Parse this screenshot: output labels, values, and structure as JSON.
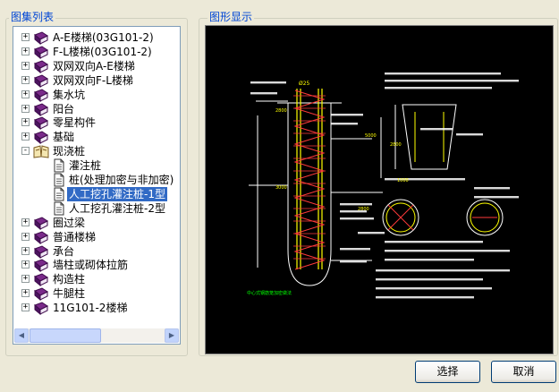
{
  "left_panel": {
    "title": "图集列表"
  },
  "right_panel": {
    "title": "图形显示"
  },
  "tree": {
    "items": [
      {
        "label": "A-E楼梯(03G101-2)",
        "type": "book",
        "level": 0,
        "toggle": "+"
      },
      {
        "label": "F-L楼梯(03G101-2)",
        "type": "book",
        "level": 0,
        "toggle": "+"
      },
      {
        "label": "双网双向A-E楼梯",
        "type": "book",
        "level": 0,
        "toggle": "+"
      },
      {
        "label": "双网双向F-L楼梯",
        "type": "book",
        "level": 0,
        "toggle": "+"
      },
      {
        "label": "集水坑",
        "type": "book",
        "level": 0,
        "toggle": "+"
      },
      {
        "label": "阳台",
        "type": "book",
        "level": 0,
        "toggle": "+"
      },
      {
        "label": "零星构件",
        "type": "book",
        "level": 0,
        "toggle": "+"
      },
      {
        "label": "基础",
        "type": "book",
        "level": 0,
        "toggle": "+"
      },
      {
        "label": "现浇桩",
        "type": "open-book",
        "level": 0,
        "toggle": "-"
      },
      {
        "label": "灌注桩",
        "type": "doc",
        "level": 1
      },
      {
        "label": "桩(处理加密与非加密)",
        "type": "doc",
        "level": 1
      },
      {
        "label": "人工挖孔灌注桩-1型",
        "type": "doc",
        "level": 1,
        "selected": true
      },
      {
        "label": "人工挖孔灌注桩-2型",
        "type": "doc",
        "level": 1
      },
      {
        "label": "圈过梁",
        "type": "book",
        "level": 0,
        "toggle": "+"
      },
      {
        "label": "普通楼梯",
        "type": "book",
        "level": 0,
        "toggle": "+"
      },
      {
        "label": "承台",
        "type": "book",
        "level": 0,
        "toggle": "+"
      },
      {
        "label": "墙柱或砌体拉筋",
        "type": "book",
        "level": 0,
        "toggle": "+"
      },
      {
        "label": "构造柱",
        "type": "book",
        "level": 0,
        "toggle": "+"
      },
      {
        "label": "牛腿柱",
        "type": "book",
        "level": 0,
        "toggle": "+"
      },
      {
        "label": "11G101-2楼梯",
        "type": "book",
        "level": 0,
        "toggle": "+"
      }
    ]
  },
  "drawing": {
    "pile_label": "Ø25",
    "dims": [
      "2800",
      "3000",
      "5000",
      "2800",
      "2800",
      "1000"
    ],
    "footer_note": "中心式钢筋笼加密做法",
    "colors": {
      "rebar": "#ff3a3a",
      "text": "#ffffff",
      "bar": "#ffff00",
      "note": "#00ff00",
      "dim": "#ffff00"
    }
  },
  "buttons": {
    "select": "选择",
    "cancel": "取消"
  },
  "colors": {
    "accent": "#0046d5",
    "selection": "#316ac5",
    "book": "#7a2a8a"
  }
}
